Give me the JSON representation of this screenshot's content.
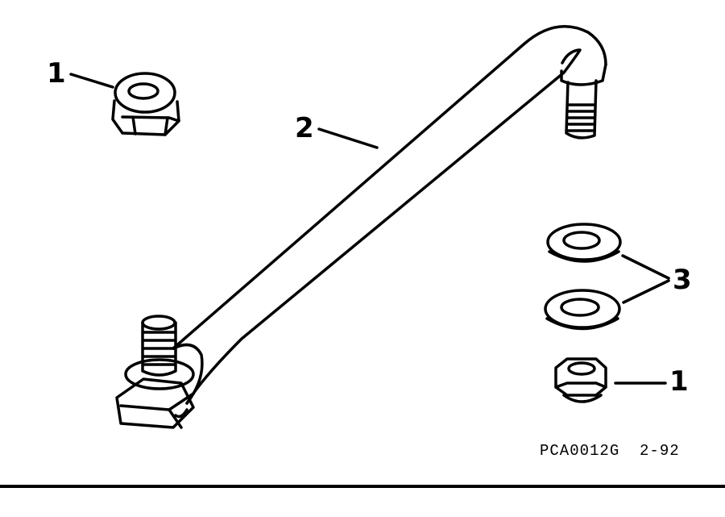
{
  "figure": {
    "id": "PCA0012G",
    "date": "2-92",
    "id_line": "PCA0012G  2-92"
  },
  "callouts": [
    {
      "number": "1",
      "part": "lock-nut",
      "position": "top-left"
    },
    {
      "number": "2",
      "part": "link-rod",
      "position": "center"
    },
    {
      "number": "3",
      "part": "washers",
      "position": "right"
    },
    {
      "number": "1",
      "part": "lock-nut",
      "position": "bottom-right"
    }
  ],
  "colors": {
    "ink": "#000000",
    "paper": "#ffffff"
  }
}
